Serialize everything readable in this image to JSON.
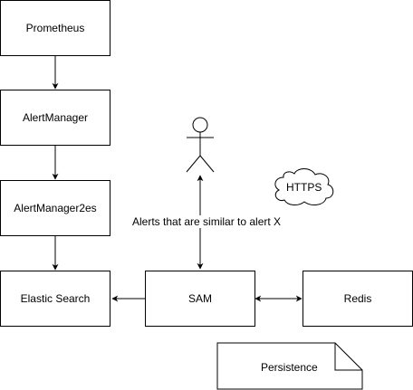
{
  "nodes": {
    "prometheus": "Prometheus",
    "alertmanager": "AlertManager",
    "alertmanager2es": "AlertManager2es",
    "elastic_search": "Elastic Search",
    "sam": "SAM",
    "redis": "Redis",
    "persistence": "Persistence"
  },
  "cloud_label": "HTTPS",
  "edge_labels": {
    "actor_to_sam": "Alerts that are similar to alert X"
  }
}
